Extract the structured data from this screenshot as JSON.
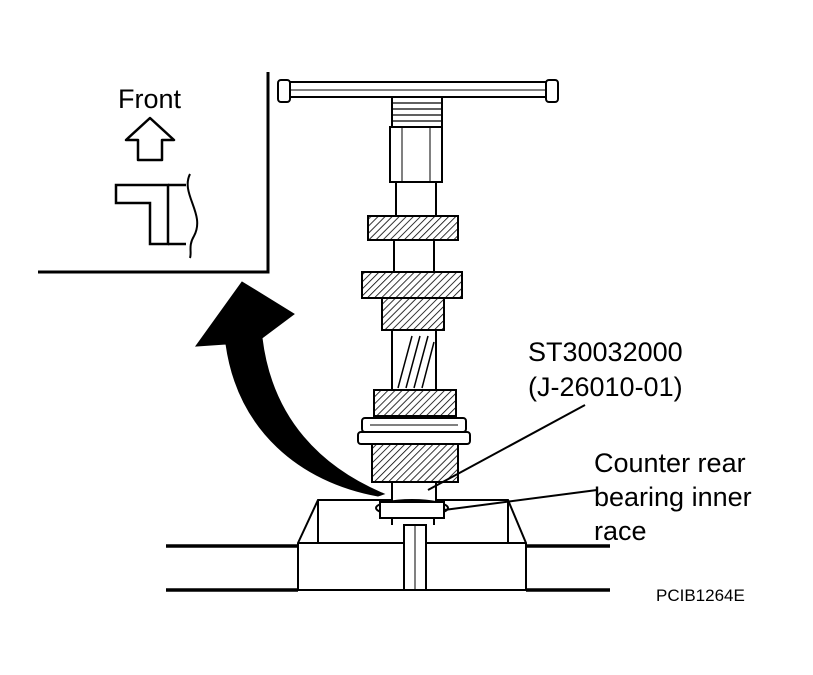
{
  "inset": {
    "direction_label": "Front"
  },
  "callouts": {
    "tool_number": "ST30032000",
    "tool_alt_number": "(J-26010-01)",
    "part_line1": "Counter rear",
    "part_line2": "bearing inner",
    "part_line3": "race"
  },
  "figure_code": "PCIB1264E"
}
